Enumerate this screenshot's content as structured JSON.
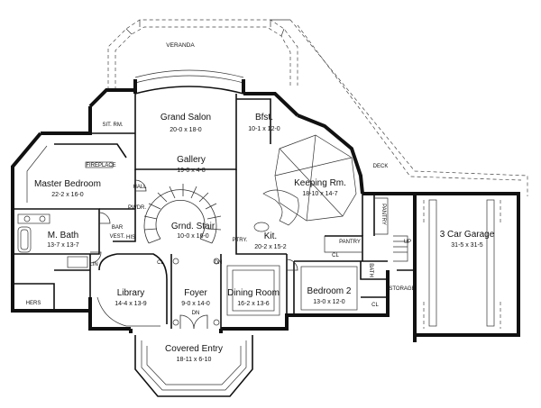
{
  "rooms": {
    "veranda": "VERANDA",
    "grand_salon": {
      "name": "Grand Salon",
      "dims": "20-0 x 18-0"
    },
    "sit_rm": "SIT. RM.",
    "bfst": {
      "name": "Bfst.",
      "dims": "10-1 x 12-0"
    },
    "fireplace": "FIREPLACE",
    "master_bedroom": {
      "name": "Master Bedroom",
      "dims": "22-2 x 16-0"
    },
    "gallery": {
      "name": "Gallery",
      "dims": "19-0 x 4-8"
    },
    "keeping_rm": {
      "name": "Keeping Rm.",
      "dims": "18-10 x 14-7"
    },
    "deck": "DECK",
    "hall": "HALL",
    "pwdr": "PWDR.",
    "grnd_stair": {
      "name": "Grnd. Stair",
      "dims": "10-0 x 16-0"
    },
    "kit": {
      "name": "Kit.",
      "dims": "20-2 x 15-2"
    },
    "pantry_vert": "PANTRY",
    "pantry": "PANTRY",
    "up": "UP",
    "three_car_garage": {
      "name": "3 Car Garage",
      "dims": "31-5 x 31-5"
    },
    "m_bath": {
      "name": "M. Bath",
      "dims": "13-7 x 13-7"
    },
    "bar": "BAR",
    "vest": "VEST.",
    "his": "HIS",
    "ptry": "PTRY.",
    "dn_stair": "DN",
    "cl_stair": "CL",
    "cl_ptry": "CL",
    "cl_bath": "CL",
    "lin": "LIN",
    "bath": "BATH",
    "storage": "STORAGE",
    "library": {
      "name": "Library",
      "dims": "14-4 x 13-9"
    },
    "foyer": {
      "name": "Foyer",
      "dims": "9-0 x 14-0"
    },
    "dn_foyer": "DN",
    "dining_room": {
      "name": "Dining Room",
      "dims": "16-2 x 13-6"
    },
    "bedroom_2": {
      "name": "Bedroom 2",
      "dims": "13-0 x 12-0"
    },
    "hers": "HERS",
    "covered_entry": {
      "name": "Covered Entry",
      "dims": "18-11 x 6-10"
    }
  }
}
